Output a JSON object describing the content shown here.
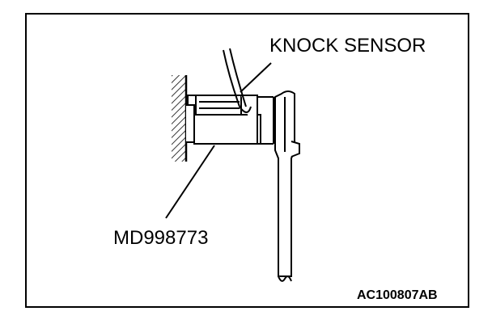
{
  "labels": {
    "knock_sensor": "KNOCK SENSOR",
    "tool": "MD998773",
    "figure_code": "AC100807AB"
  }
}
